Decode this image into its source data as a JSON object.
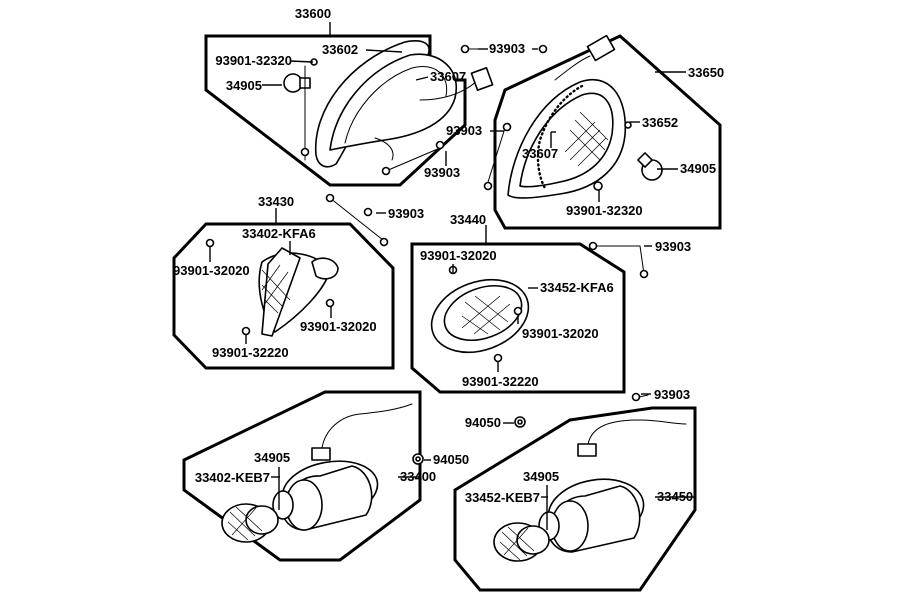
{
  "labels": {
    "tail_lamp_group": "33600",
    "tail_lamp_cover": "33602",
    "tail_lamp_socket": "33607",
    "tail_screw_left": "93901-32320",
    "tail_bulb_left": "34905",
    "bolt_top": "93903",
    "bolt_mid": "93903",
    "bolt_lower": "93903",
    "tail_lamp_assy": "33650",
    "tail_lens": "33652",
    "tail_socket_right": "33607",
    "tail_bulb_right": "34905",
    "tail_screw_right": "93901-32320",
    "front_left_group": "33430",
    "front_left_lens": "33402-KFA6",
    "front_left_screw_a": "93901-32020",
    "front_left_screw_b": "93901-32020",
    "front_left_screw_c": "93901-32220",
    "bolt_front_left": "93903",
    "front_right_group": "33440",
    "front_right_screw_a": "93901-32020",
    "front_right_lens": "33452-KFA6",
    "front_right_screw_b": "93901-32020",
    "front_right_screw_c": "93901-32220",
    "bolt_front_right": "93903",
    "bolt_rear_right": "93903",
    "nut_upper": "94050",
    "nut_lower": "94050",
    "rear_left_assy": "33400",
    "rear_left_bulb": "34905",
    "rear_left_lens": "33402-KEB7",
    "rear_right_assy": "33450",
    "rear_right_bulb": "34905",
    "rear_right_lens": "33452-KEB7"
  }
}
